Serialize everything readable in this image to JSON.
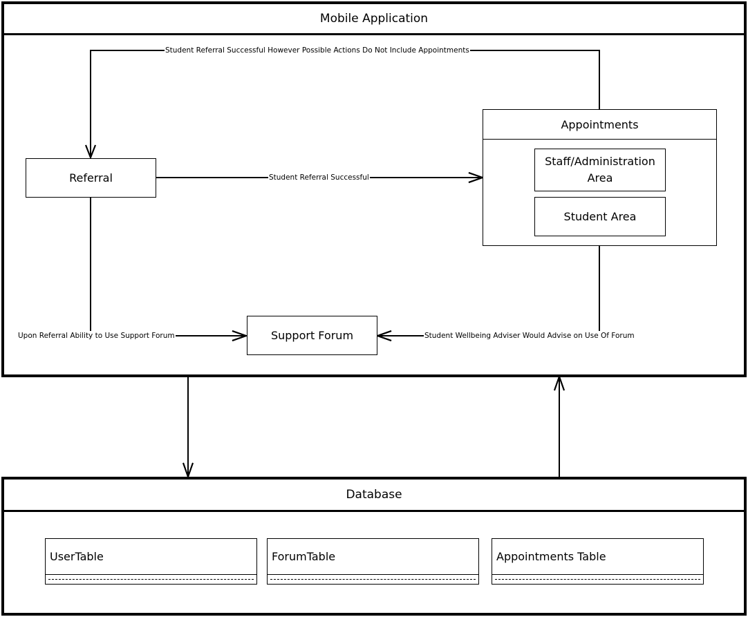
{
  "mobile_app": {
    "title": "Mobile Application",
    "referral": "Referral",
    "appointments": {
      "title": "Appointments",
      "staff_area": "Staff/Administration Area",
      "student_area": "Student Area"
    },
    "support_forum": "Support Forum",
    "edges": {
      "appointments_to_referral": "Student Referral Successful However Possible Actions Do Not Include Appointments",
      "referral_to_appointments": "Student Referral Successful",
      "referral_to_forum": "Upon Referral Ability to Use Support Forum",
      "appointments_to_forum": "Student Wellbeing Adviser Would Advise on Use Of Forum"
    }
  },
  "database": {
    "title": "Database",
    "tables": [
      {
        "name": "UserTable"
      },
      {
        "name": "ForumTable"
      },
      {
        "name": "Appointments Table"
      }
    ]
  }
}
